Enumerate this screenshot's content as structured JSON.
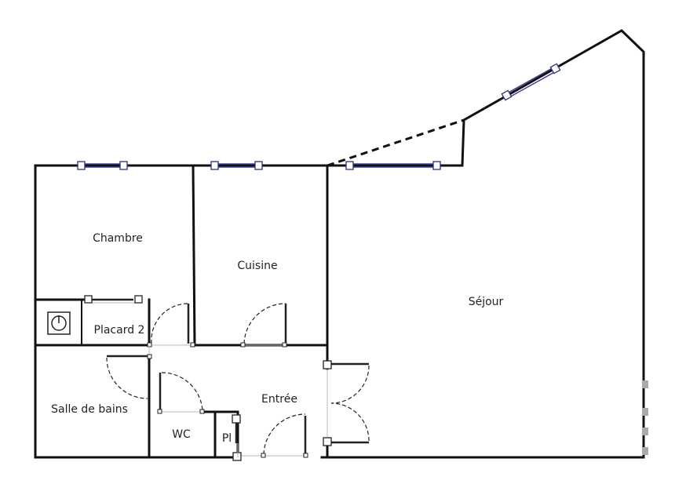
{
  "rooms": {
    "chambre": "Chambre",
    "cuisine": "Cuisine",
    "sejour": "Séjour",
    "placard": "Placard 2",
    "salle_de_bains": "Salle de bains",
    "entree": "Entrée",
    "wc": "WC",
    "pl": "Pl"
  },
  "icons": {
    "boiler": "water-heater-icon"
  },
  "colors": {
    "wall": "#111111",
    "window": "#2c2f7a",
    "background": "#ffffff"
  }
}
